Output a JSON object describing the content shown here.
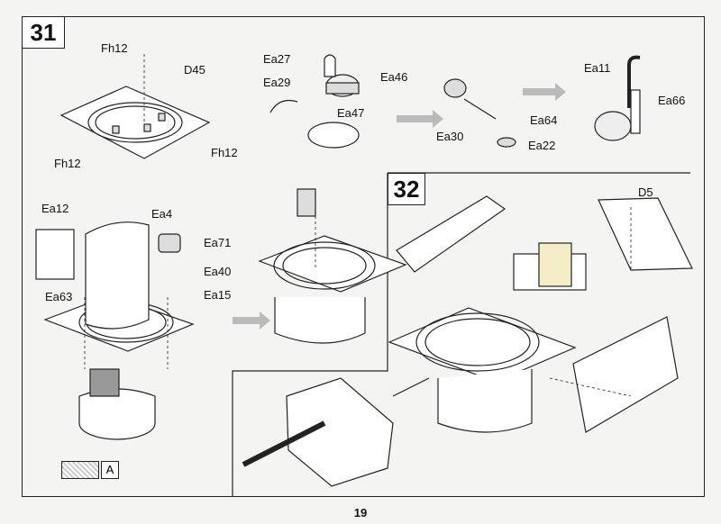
{
  "steps": {
    "s31": "31",
    "s32": "32"
  },
  "labels": {
    "fh12_top": "Fh12",
    "d45": "D45",
    "fh12_left": "Fh12",
    "fh12_right": "Fh12",
    "ea27": "Ea27",
    "ea46": "Ea46",
    "ea29": "Ea29",
    "ea47": "Ea47",
    "ea11": "Ea11",
    "ea66": "Ea66",
    "ea64": "Ea64",
    "ea30": "Ea30",
    "ea22": "Ea22",
    "ea12": "Ea12",
    "ea4": "Ea4",
    "ea71": "Ea71",
    "ea40": "Ea40",
    "ea15": "Ea15",
    "ea63": "Ea63",
    "d5": "D5"
  },
  "color_ref": {
    "hatch_label": "",
    "box_letter": "A"
  },
  "page_number": "19"
}
